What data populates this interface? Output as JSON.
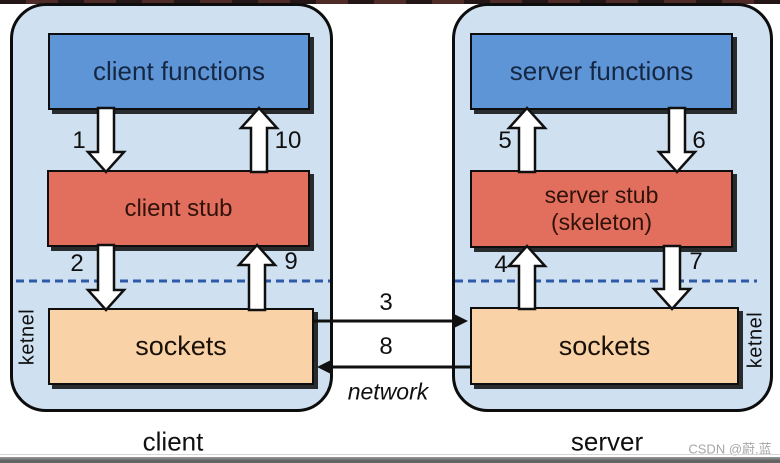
{
  "colors": {
    "panel_fill": "#cfe0f1",
    "panel_border": "#0d0d0d",
    "functions_box_fill": "#5e95d6",
    "stub_box_fill": "#e26f5d",
    "sockets_box_fill": "#f9d3a7",
    "kernel_boundary_dash": "#2d59a8",
    "block_arrow_fill": "#ffffff",
    "block_arrow_border": "#101010",
    "watermark_gray": "#a6a6a6",
    "top_strip": "#4f2b27",
    "bottom_strip": "#5c5c5c"
  },
  "client_panel": {
    "functions_label": "client functions",
    "stub_label": "client stub",
    "sockets_label": "sockets",
    "side_label": "ketnel",
    "caption": "client"
  },
  "server_panel": {
    "functions_label": "server functions",
    "stub_label_line1": "server stub",
    "stub_label_line2": "(skeleton)",
    "sockets_label": "sockets",
    "side_label": "ketnel",
    "caption": "server"
  },
  "arrow_labels": {
    "n1": "1",
    "n2": "2",
    "n3": "3",
    "n4": "4",
    "n5": "5",
    "n6": "6",
    "n7": "7",
    "n8": "8",
    "n9": "9",
    "n10": "10"
  },
  "network_label": "network",
  "watermark": "CSDN @蔚.蓝"
}
